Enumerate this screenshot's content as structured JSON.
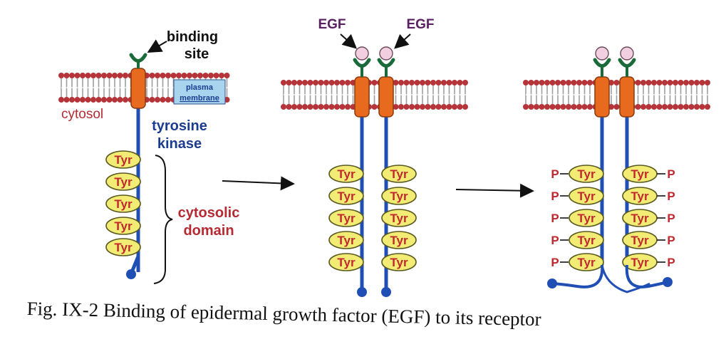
{
  "labels": {
    "binding_site_line1": "binding",
    "binding_site_line2": "site",
    "plasma_membrane_line1": "plasma",
    "plasma_membrane_line2": "membrane",
    "cytosol": "cytosol",
    "tyrosine_kinase_line1": "tyrosine",
    "tyrosine_kinase_line2": "kinase",
    "cytosolic_domain_line1": "cytosolic",
    "cytosolic_domain_line2": "domain",
    "egf": "EGF",
    "tyr": "Tyr",
    "phosphate": "P"
  },
  "caption": "Fig. IX-2 Binding of epidermal growth factor (EGF) to its receptor",
  "colors": {
    "membrane_head": "#b5343a",
    "membrane_tail": "#9e9e9e",
    "receptor_orange": "#e86a1f",
    "receptor_blue": "#1f4fb5",
    "tyr_fill": "#f3ec74",
    "tyr_text": "#c0282e",
    "binding_site": "#1b6b3a",
    "egf_ball": "#f2cfe0",
    "egf_label": "#5a1f62",
    "kinase_label": "#1c3d8f",
    "domain_label": "#b52a33",
    "membrane_box": "#a9d4ee"
  }
}
